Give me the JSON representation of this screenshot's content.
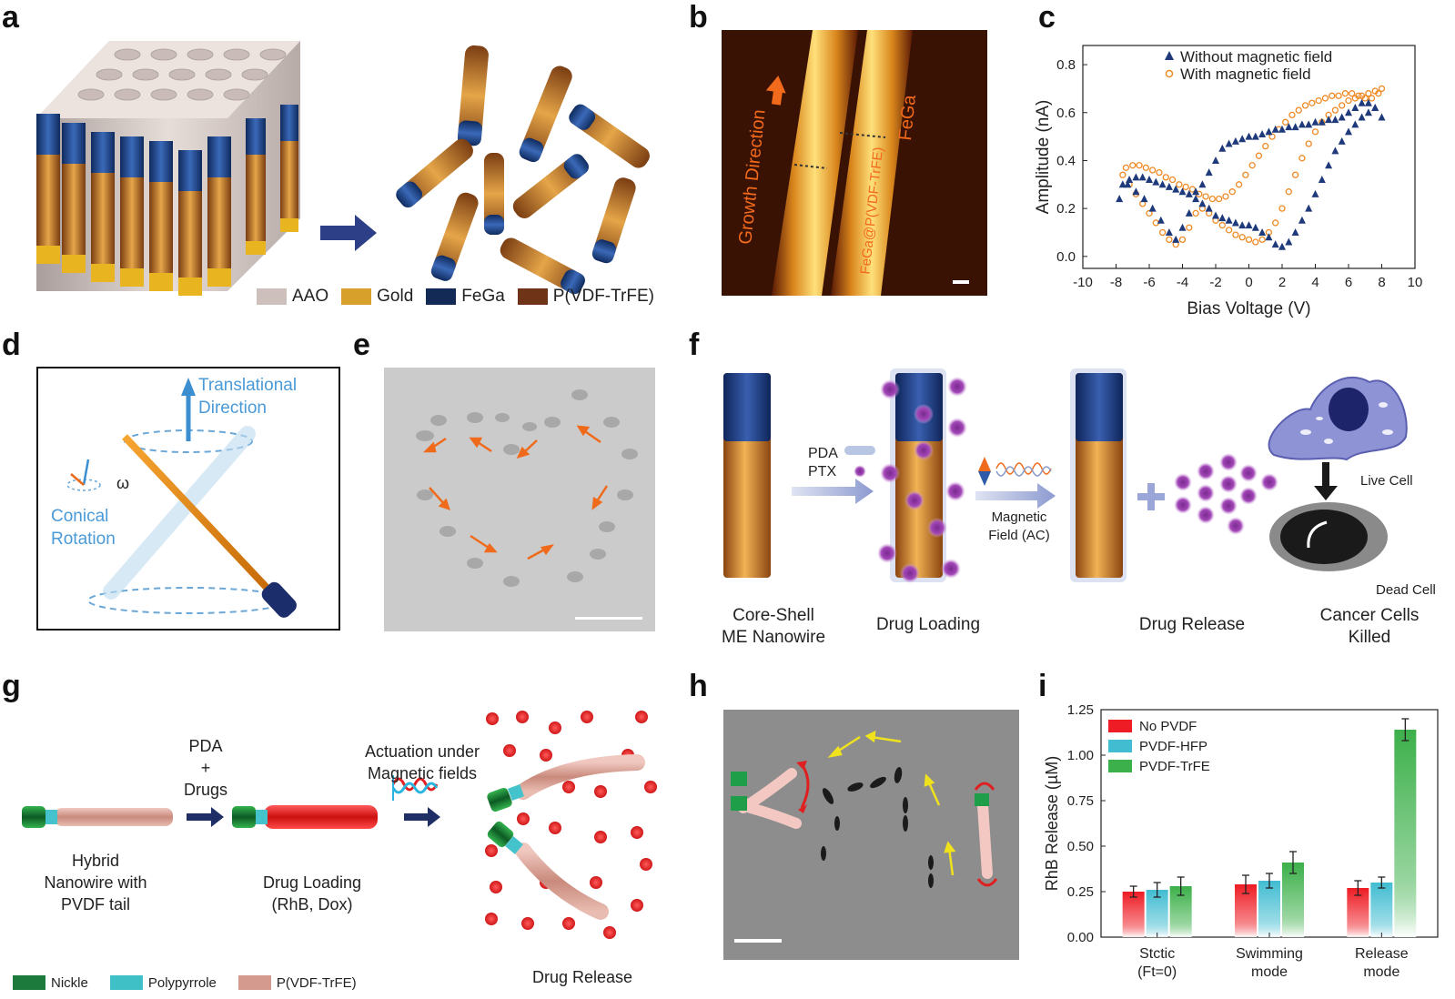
{
  "panel_labels": [
    "a",
    "b",
    "c",
    "d",
    "e",
    "f",
    "g",
    "h",
    "i"
  ],
  "a": {
    "legend": [
      {
        "label": "AAO",
        "color": "#cdbfbb"
      },
      {
        "label": "Gold",
        "color": "#d7a02a"
      },
      {
        "label": "FeGa",
        "color": "#122a55"
      },
      {
        "label": "P(VDF-TrFE)",
        "color": "#6f3417"
      }
    ]
  },
  "b": {
    "growth_label": "Growth Direction",
    "fega_label": "FeGa",
    "core_label": "FeGa@P(VDF-TrFE)"
  },
  "c": {
    "legend": [
      {
        "label": "Without magnetic field",
        "marker": "triangle",
        "color": "#1f3a7a"
      },
      {
        "label": "With magnetic field",
        "marker": "circle",
        "color": "#ef8a25"
      }
    ]
  },
  "d": {
    "translational": "Translational",
    "direction": "Direction",
    "omega": "ω",
    "conical": "Conical",
    "rotation": "Rotation"
  },
  "f": {
    "core_shell_1": "Core-Shell",
    "core_shell_2": "ME Nanowire",
    "pda": "PDA",
    "ptx": "PTX",
    "drug_loading": "Drug Loading",
    "magnetic_1": "Magnetic",
    "magnetic_2": "Field (AC)",
    "drug_release": "Drug Release",
    "live_cell": "Live Cell",
    "dead_cell": "Dead Cell",
    "cancer_1": "Cancer Cells",
    "cancer_2": "Killed"
  },
  "g": {
    "hybrid_1": "Hybrid",
    "hybrid_2": "Nanowire with",
    "hybrid_3": "PVDF tail",
    "pda": "PDA",
    "plus": "+",
    "drugs": "Drugs",
    "loading_1": "Drug Loading",
    "loading_2": "(RhB, Dox)",
    "actuation_1": "Actuation under",
    "actuation_2": "Magnetic fields",
    "release": "Drug Release",
    "legend": [
      {
        "label": "Nickle",
        "color": "#1c7a3c"
      },
      {
        "label": "Polypyrrole",
        "color": "#3fbfc6"
      },
      {
        "label": "P(VDF-TrFE)",
        "color": "#d49a8e"
      }
    ]
  },
  "chart_data": [
    {
      "panel": "c",
      "type": "scatter",
      "xlabel": "Bias Voltage (V)",
      "ylabel": "Amplitude (nA)",
      "xlim": [
        -10,
        10
      ],
      "ylim": [
        -0.05,
        0.88
      ],
      "xticks": [
        "-10",
        "-8",
        "-6",
        "-4",
        "-2",
        "0",
        "2",
        "4",
        "6",
        "8",
        "10"
      ],
      "yticks": [
        "0.0",
        "0.2",
        "0.4",
        "0.6",
        "0.8"
      ],
      "series": [
        {
          "name": "Without magnetic field",
          "x": [
            -7.8,
            -7.3,
            -6.8,
            -6.3,
            -5.8,
            -5.3,
            -4.8,
            -4.4,
            -4,
            -3.6,
            -3.2,
            -2.8,
            -2.4,
            -2,
            -1.6,
            -1.2,
            -0.8,
            -0.4,
            0,
            0.4,
            0.8,
            1.2,
            1.6,
            2,
            2.4,
            2.8,
            3.2,
            3.6,
            4,
            4.4,
            4.8,
            5.2,
            5.6,
            6,
            6.4,
            6.8,
            7.2,
            7.6,
            8,
            7.6,
            7.2,
            6.8,
            6.4,
            6,
            5.6,
            5.2,
            4.8,
            4.4,
            4,
            3.6,
            3.2,
            2.8,
            2.4,
            2,
            1.6,
            1.2,
            0.8,
            0.4,
            0,
            -0.4,
            -0.8,
            -1.2,
            -1.6,
            -2,
            -2.4,
            -2.8,
            -3.2,
            -3.6,
            -4,
            -4.4,
            -4.8,
            -5.2,
            -5.6,
            -6,
            -6.4,
            -6.8,
            -7.2,
            -7.6
          ],
          "y": [
            0.24,
            0.3,
            0.27,
            0.24,
            0.2,
            0.15,
            0.1,
            0.07,
            0.12,
            0.18,
            0.24,
            0.22,
            0.2,
            0.17,
            0.16,
            0.15,
            0.14,
            0.13,
            0.13,
            0.12,
            0.1,
            0.08,
            0.05,
            0.04,
            0.06,
            0.1,
            0.15,
            0.2,
            0.26,
            0.32,
            0.38,
            0.44,
            0.48,
            0.52,
            0.55,
            0.58,
            0.6,
            0.62,
            0.58,
            0.62,
            0.64,
            0.64,
            0.62,
            0.6,
            0.58,
            0.57,
            0.57,
            0.56,
            0.56,
            0.55,
            0.55,
            0.54,
            0.54,
            0.53,
            0.53,
            0.52,
            0.51,
            0.5,
            0.5,
            0.49,
            0.48,
            0.47,
            0.45,
            0.4,
            0.35,
            0.3,
            0.27,
            0.26,
            0.27,
            0.28,
            0.29,
            0.3,
            0.31,
            0.32,
            0.33,
            0.33,
            0.32,
            0.3
          ]
        },
        {
          "name": "With magnetic field",
          "x": [
            -7.6,
            -7.2,
            -6.8,
            -6.4,
            -6,
            -5.6,
            -5.2,
            -4.8,
            -4.4,
            -4,
            -3.6,
            -3.2,
            -2.8,
            -2.4,
            -2,
            -1.6,
            -1.2,
            -0.8,
            -0.4,
            0,
            0.4,
            0.8,
            1.2,
            1.6,
            2,
            2.4,
            2.8,
            3.2,
            3.6,
            4,
            4.4,
            4.8,
            5.2,
            5.6,
            6,
            6.4,
            6.8,
            7.2,
            7.6,
            8,
            7.8,
            7.4,
            7,
            6.6,
            6.2,
            5.8,
            5.4,
            5,
            4.6,
            4.2,
            3.8,
            3.4,
            3,
            2.6,
            2.2,
            1.8,
            1.4,
            1,
            0.6,
            0.2,
            -0.2,
            -0.6,
            -1,
            -1.4,
            -1.8,
            -2.2,
            -2.6,
            -3,
            -3.4,
            -3.8,
            -4.2,
            -4.6,
            -5,
            -5.4,
            -5.8,
            -6.2,
            -6.6,
            -7,
            -7.4
          ],
          "y": [
            0.34,
            0.3,
            0.26,
            0.22,
            0.18,
            0.14,
            0.1,
            0.07,
            0.05,
            0.07,
            0.12,
            0.18,
            0.2,
            0.18,
            0.15,
            0.13,
            0.11,
            0.09,
            0.08,
            0.07,
            0.06,
            0.07,
            0.1,
            0.14,
            0.2,
            0.27,
            0.34,
            0.41,
            0.47,
            0.52,
            0.56,
            0.59,
            0.61,
            0.63,
            0.65,
            0.66,
            0.67,
            0.68,
            0.69,
            0.7,
            0.68,
            0.66,
            0.66,
            0.67,
            0.68,
            0.68,
            0.67,
            0.67,
            0.66,
            0.65,
            0.64,
            0.63,
            0.61,
            0.59,
            0.56,
            0.53,
            0.5,
            0.46,
            0.42,
            0.38,
            0.34,
            0.3,
            0.27,
            0.25,
            0.24,
            0.24,
            0.25,
            0.26,
            0.28,
            0.29,
            0.3,
            0.32,
            0.33,
            0.35,
            0.36,
            0.37,
            0.38,
            0.38,
            0.37
          ]
        }
      ]
    },
    {
      "panel": "i",
      "type": "bar",
      "categories": [
        [
          "Stctic",
          "(Ft=0)"
        ],
        [
          "Swimming",
          "mode"
        ],
        [
          "Release",
          "mode"
        ]
      ],
      "ylabel": "RhB Release (µM)",
      "ylim": [
        0,
        1.25
      ],
      "yticks": [
        "0.00",
        "0.25",
        "0.50",
        "0.75",
        "1.00",
        "1.25"
      ],
      "series": [
        {
          "name": "No PVDF",
          "color": "#ee1c24",
          "values": [
            0.25,
            0.29,
            0.27
          ],
          "err": [
            0.03,
            0.05,
            0.04
          ]
        },
        {
          "name": "PVDF-HFP",
          "color": "#41bcd1",
          "values": [
            0.26,
            0.31,
            0.3
          ],
          "err": [
            0.04,
            0.04,
            0.03
          ]
        },
        {
          "name": "PVDF-TrFE",
          "color": "#3cb04a",
          "values": [
            0.28,
            0.41,
            1.14
          ],
          "err": [
            0.05,
            0.06,
            0.06
          ]
        }
      ]
    }
  ]
}
